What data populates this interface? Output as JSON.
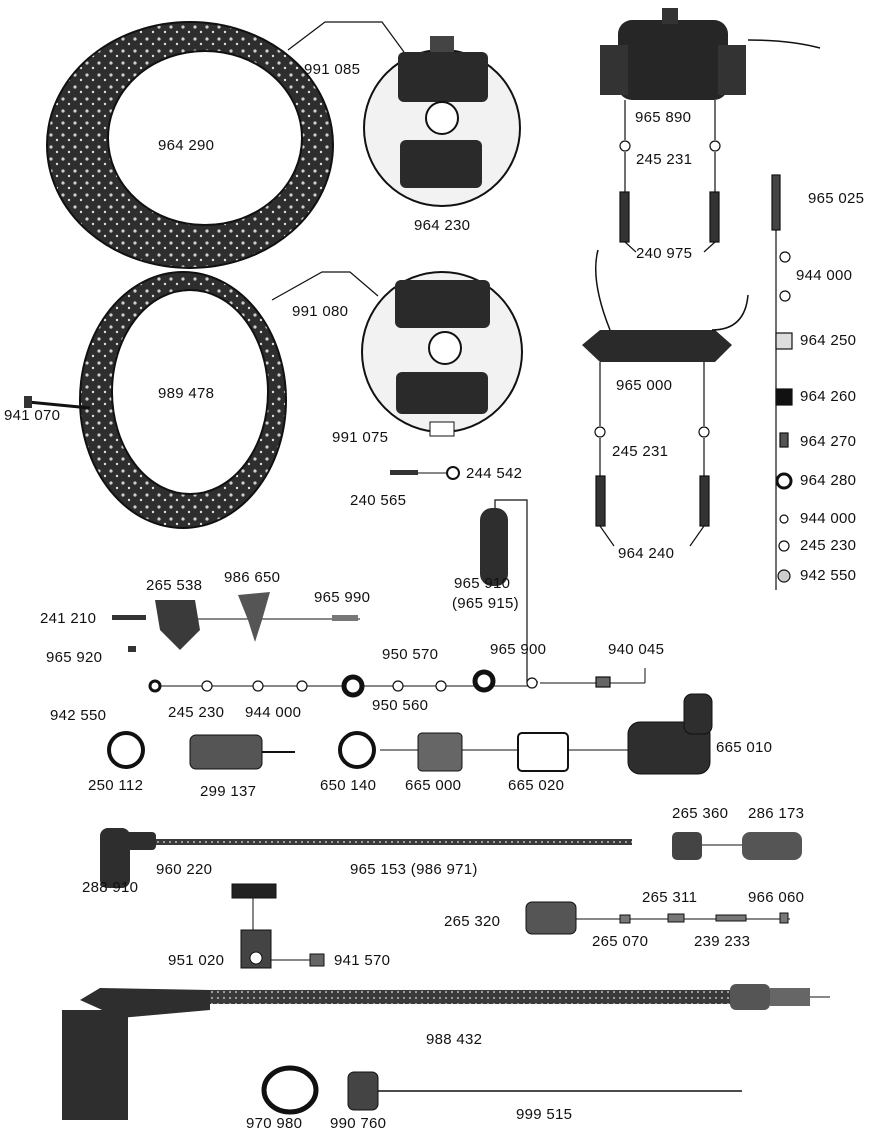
{
  "parts": {
    "p991085": "991 085",
    "p964290": "964 290",
    "p964230": "964 230",
    "p965890": "965 890",
    "p245231a": "245 231",
    "p240975": "240 975",
    "p965025": "965 025",
    "p944000a": "944 000",
    "p964250": "964 250",
    "p964260": "964 260",
    "p964270": "964 270",
    "p964280": "964 280",
    "p944000b": "944 000",
    "p245230b": "245 230",
    "p942550b": "942 550",
    "p991080": "991 080",
    "p989478": "989 478",
    "p941070": "941 070",
    "p991075": "991 075",
    "p965000": "965 000",
    "p245231b": "245 231",
    "p964240": "964 240",
    "p244542": "244 542",
    "p240565": "240 565",
    "p965910": "965 910",
    "p965915": "(965 915)",
    "p265538": "265 538",
    "p986650": "986 650",
    "p965990": "965 990",
    "p241210": "241 210",
    "p965920": "965 920",
    "p950570": "950 570",
    "p965900": "965 900",
    "p940045": "940 045",
    "p942550a": "942 550",
    "p245230a": "245 230",
    "p944000c": "944 000",
    "p950560": "950 560",
    "p665010": "665 010",
    "p250112": "250 112",
    "p299137": "299 137",
    "p650140": "650 140",
    "p665000": "665 000",
    "p665020": "665 020",
    "p265360": "265 360",
    "p286173": "286 173",
    "p965153": "965 153 (986 971)",
    "p288910": "288 910",
    "p960220": "960 220",
    "p265311": "265 311",
    "p966060": "966 060",
    "p265320": "265 320",
    "p265070": "265 070",
    "p239233": "239 233",
    "p951020": "951 020",
    "p941570": "941 570",
    "p988432": "988 432",
    "p970980": "970 980",
    "p990760": "990 760",
    "p999515": "999 515"
  }
}
